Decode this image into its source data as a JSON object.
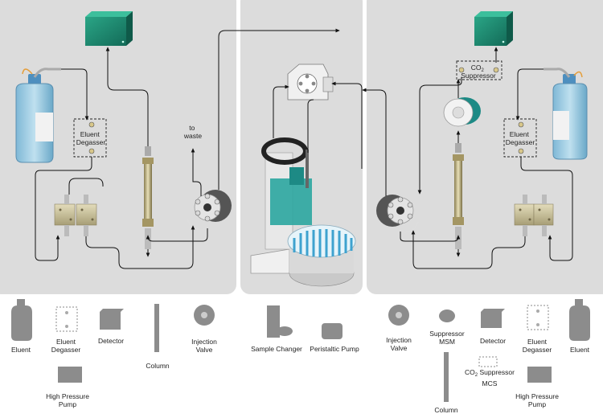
{
  "diagram": {
    "left_system": {
      "eluent_degasser": [
        "Eluent",
        "Degasser"
      ],
      "to_waste": [
        "to",
        "waste"
      ]
    },
    "right_system": {
      "co2_suppressor": [
        "CO",
        "2",
        "Suppressor"
      ],
      "eluent_degasser": [
        "Eluent",
        "Degasser"
      ]
    }
  },
  "legend": {
    "eluent_left": "Eluent",
    "eluent_degasser_left": [
      "Eluent",
      "Degasser"
    ],
    "detector_left": "Detector",
    "column_left": "Column",
    "injection_valve_left": [
      "Injection",
      "Valve"
    ],
    "high_pressure_pump_left": [
      "High Pressure",
      "Pump"
    ],
    "sample_changer": "Sample Changer",
    "peristaltic_pump": "Peristaltic Pump",
    "injection_valve_right": [
      "Injection",
      "Valve"
    ],
    "suppressor_msm": [
      "Suppressor",
      "MSM"
    ],
    "detector_right": "Detector",
    "eluent_degasser_right": [
      "Eluent",
      "Degasser"
    ],
    "eluent_right": "Eluent",
    "co2_suppressor_mcs": [
      "CO",
      "2",
      " Suppressor",
      "MCS"
    ],
    "column_right": "Column",
    "high_pressure_pump_right": [
      "High Pressure",
      "Pump"
    ]
  },
  "colors": {
    "panel": "#dcdcdc",
    "detector_green": "#1f8a74",
    "sample_changer_teal": "#2ba6a0",
    "vial_blue": "#3ea2cf",
    "pump_tan": "#c9c19e",
    "legend_icon_gray": "#8c8c8c",
    "line": "#111111"
  }
}
